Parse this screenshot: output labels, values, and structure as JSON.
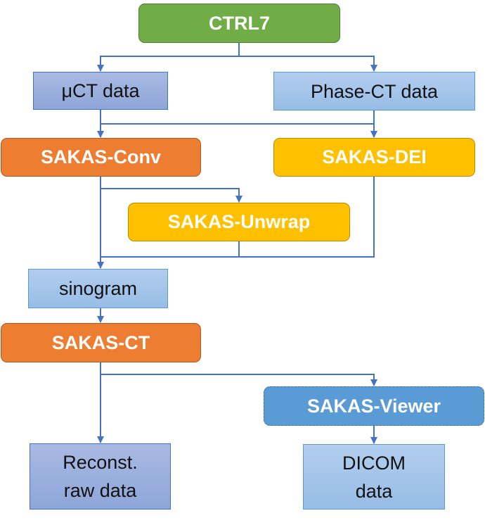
{
  "diagram": {
    "colors": {
      "connector": "#4472c4",
      "ctrl": "#70ad47",
      "conv": "#ed7d31",
      "dei": "#ffc000",
      "viewer": "#5b9bd5",
      "data_dark": "#8faadc",
      "data_light": "#a4c2ea"
    },
    "nodes": {
      "ctrl7": {
        "label": "CTRL7"
      },
      "uct_data": {
        "label": "μCT data"
      },
      "phase_ct_data": {
        "label": "Phase-CT data"
      },
      "sakas_conv": {
        "label": "SAKAS-Conv"
      },
      "sakas_dei": {
        "label": "SAKAS-DEI"
      },
      "sakas_unwrap": {
        "label": "SAKAS-Unwrap"
      },
      "sinogram": {
        "label": "sinogram"
      },
      "sakas_ct": {
        "label": "SAKAS-CT"
      },
      "sakas_viewer": {
        "label": "SAKAS-Viewer"
      },
      "reconst_raw": {
        "line1": "Reconst.",
        "line2": "raw data"
      },
      "dicom_data": {
        "line1": "DICOM",
        "line2": "data"
      }
    },
    "edges": [
      {
        "from": "CTRL7",
        "to": "μCT data"
      },
      {
        "from": "CTRL7",
        "to": "Phase-CT data"
      },
      {
        "from": "μCT data",
        "to": "SAKAS-Conv"
      },
      {
        "from": "μCT data",
        "to": "SAKAS-DEI"
      },
      {
        "from": "Phase-CT data",
        "to": "SAKAS-Conv"
      },
      {
        "from": "Phase-CT data",
        "to": "SAKAS-DEI"
      },
      {
        "from": "SAKAS-Conv",
        "to": "SAKAS-Unwrap"
      },
      {
        "from": "SAKAS-Conv",
        "to": "sinogram"
      },
      {
        "from": "SAKAS-Unwrap",
        "to": "sinogram"
      },
      {
        "from": "SAKAS-DEI",
        "to": "sinogram"
      },
      {
        "from": "sinogram",
        "to": "SAKAS-CT"
      },
      {
        "from": "SAKAS-CT",
        "to": "Reconst. raw data"
      },
      {
        "from": "SAKAS-CT",
        "to": "SAKAS-Viewer"
      },
      {
        "from": "SAKAS-Viewer",
        "to": "DICOM data"
      }
    ]
  }
}
